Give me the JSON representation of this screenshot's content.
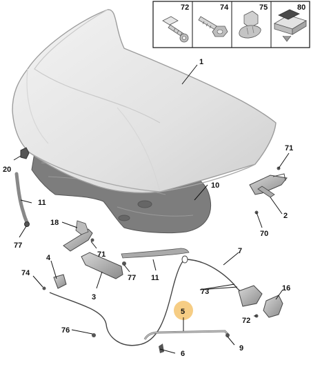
{
  "fasteners_box": {
    "cells": [
      {
        "ref": "72",
        "icon": "screw-icon"
      },
      {
        "ref": "74",
        "icon": "bolt-icon"
      },
      {
        "ref": "75",
        "icon": "clip-icon"
      },
      {
        "ref": "80",
        "icon": "rubber-stop-icon"
      }
    ]
  },
  "callouts": {
    "c1": "1",
    "c2": "2",
    "c3": "3",
    "c4": "4",
    "c5": "5",
    "c6": "6",
    "c7": "7",
    "c9": "9",
    "c10": "10",
    "c11_left": "11",
    "c11_mid": "11",
    "c16": "16",
    "c18": "18",
    "c20": "20",
    "c70": "70",
    "c71_right": "71",
    "c71_mid": "71",
    "c72": "72",
    "c73": "73",
    "c74": "74",
    "c76": "76",
    "c77_left": "77",
    "c77_mid": "77"
  },
  "colors": {
    "hood_fill": "#e8e8e8",
    "insulation_fill": "#7d7d7d",
    "highlight": "#f5c46e",
    "parts": "#9a9a9a"
  }
}
